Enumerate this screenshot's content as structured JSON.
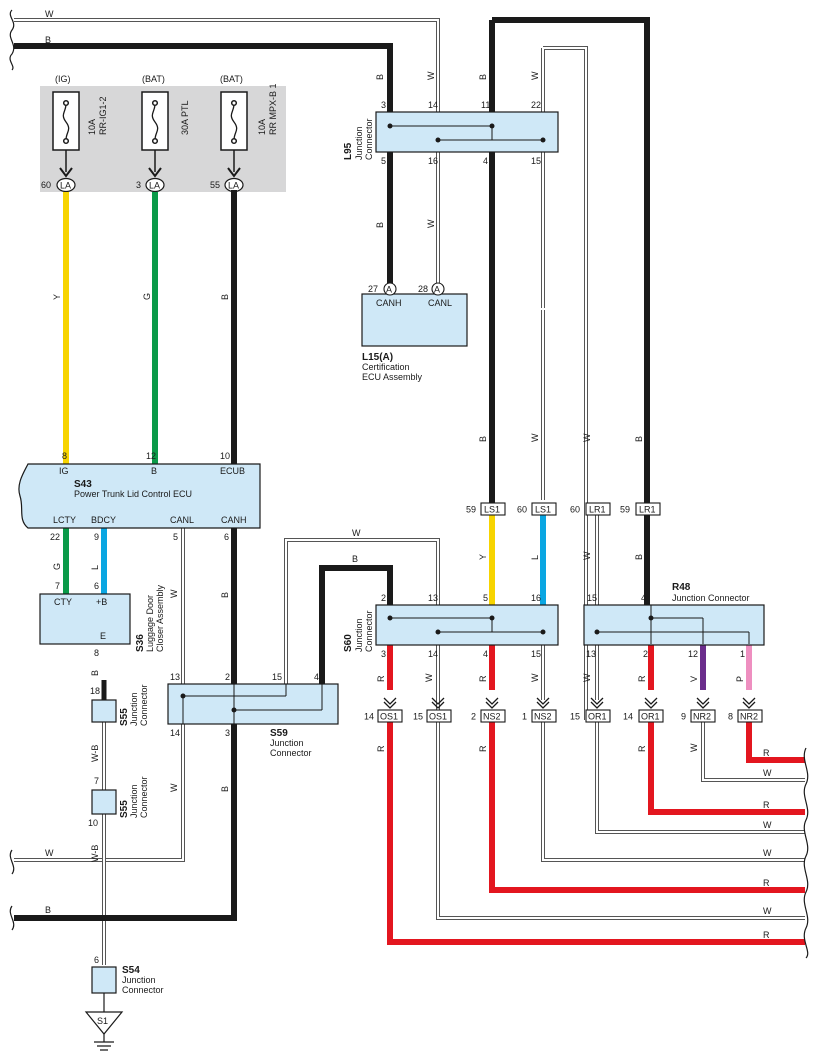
{
  "colors": {
    "B": "#1a1a1a",
    "W": "#ffffff",
    "Y": "#f7d400",
    "G": "#0a9a48",
    "L": "#0aa6e2",
    "R": "#e3161f",
    "V": "#6b2d8c",
    "P": "#ee8fc0",
    "WB": "#ffffff",
    "connector_fill": "#cfe8f7",
    "fuse_panel": "#d7d7d8"
  },
  "fuses": [
    {
      "source": "(IG)",
      "label1": "10A",
      "label2": "RR-IG1-2",
      "pin": "60",
      "tag": "LA"
    },
    {
      "source": "(BAT)",
      "label1": "30A PTL",
      "label2": "",
      "pin": "3",
      "tag": "LA"
    },
    {
      "source": "(BAT)",
      "label1": "10A",
      "label2": "RR MPX-B 1",
      "pin": "55",
      "tag": "LA"
    }
  ],
  "components": {
    "s43": {
      "code": "S43",
      "name": "Power Trunk Lid Control ECU",
      "top_terms": [
        "IG",
        "B",
        "ECUB"
      ],
      "top_pins": [
        "8",
        "12",
        "10"
      ],
      "bottom_terms": [
        "LCTY",
        "BDCY",
        "CANL",
        "CANH"
      ],
      "bottom_pins": [
        "22",
        "9",
        "5",
        "6"
      ]
    },
    "s36": {
      "code": "S36",
      "name1": "Luggage Door",
      "name2": "Closer Assembly",
      "terms": [
        "CTY",
        "+B",
        "E"
      ],
      "pins": [
        "7",
        "6",
        "8"
      ]
    },
    "l95": {
      "code": "L95",
      "name1": "Junction",
      "name2": "Connector",
      "top_pins": [
        "3",
        "14",
        "11",
        "22"
      ],
      "bottom_pins": [
        "5",
        "16",
        "4",
        "15"
      ]
    },
    "l15": {
      "code": "L15(A)",
      "name1": "Certification",
      "name2": "ECU Assembly",
      "terms": [
        "CANH",
        "CANL"
      ],
      "pins": [
        "27",
        "28"
      ],
      "tag": "A"
    },
    "s59": {
      "code": "S59",
      "name1": "Junction",
      "name2": "Connector",
      "pins": [
        "13",
        "2",
        "15",
        "4",
        "14",
        "3"
      ]
    },
    "s60": {
      "code": "S60",
      "name1": "Junction",
      "name2": "Connector",
      "top_pins": [
        "2",
        "13",
        "5",
        "16"
      ],
      "bottom_pins": [
        "3",
        "14",
        "4",
        "15"
      ]
    },
    "r48": {
      "code": "R48",
      "name": "Junction Connector",
      "top_pins": [
        "15",
        "4"
      ],
      "bottom_pins": [
        "13",
        "2",
        "12",
        "1"
      ]
    },
    "s55a": {
      "code": "S55",
      "name1": "Junction",
      "name2": "Connector",
      "pin": "18"
    },
    "s55b": {
      "code": "S55",
      "name1": "Junction",
      "name2": "Connector",
      "pins": [
        "7",
        "10"
      ]
    },
    "s54": {
      "code": "S54",
      "name1": "Junction",
      "name2": "Connector",
      "pin": "6"
    },
    "s1": {
      "code": "S1"
    }
  },
  "top_connectors": [
    {
      "pin": "59",
      "tag": "LS1"
    },
    {
      "pin": "60",
      "tag": "LS1"
    },
    {
      "pin": "60",
      "tag": "LR1"
    },
    {
      "pin": "59",
      "tag": "LR1"
    }
  ],
  "bottom_connectors": [
    {
      "pin": "14",
      "tag": "OS1"
    },
    {
      "pin": "15",
      "tag": "OS1"
    },
    {
      "pin": "2",
      "tag": "NS2"
    },
    {
      "pin": "1",
      "tag": "NS2"
    },
    {
      "pin": "15",
      "tag": "OR1"
    },
    {
      "pin": "14",
      "tag": "OR1"
    },
    {
      "pin": "9",
      "tag": "NR2"
    },
    {
      "pin": "8",
      "tag": "NR2"
    }
  ],
  "wire_labels": {
    "W": "W",
    "B": "B",
    "Y": "Y",
    "G": "G",
    "L": "L",
    "R": "R",
    "V": "V",
    "P": "P",
    "WB": "W-B"
  }
}
